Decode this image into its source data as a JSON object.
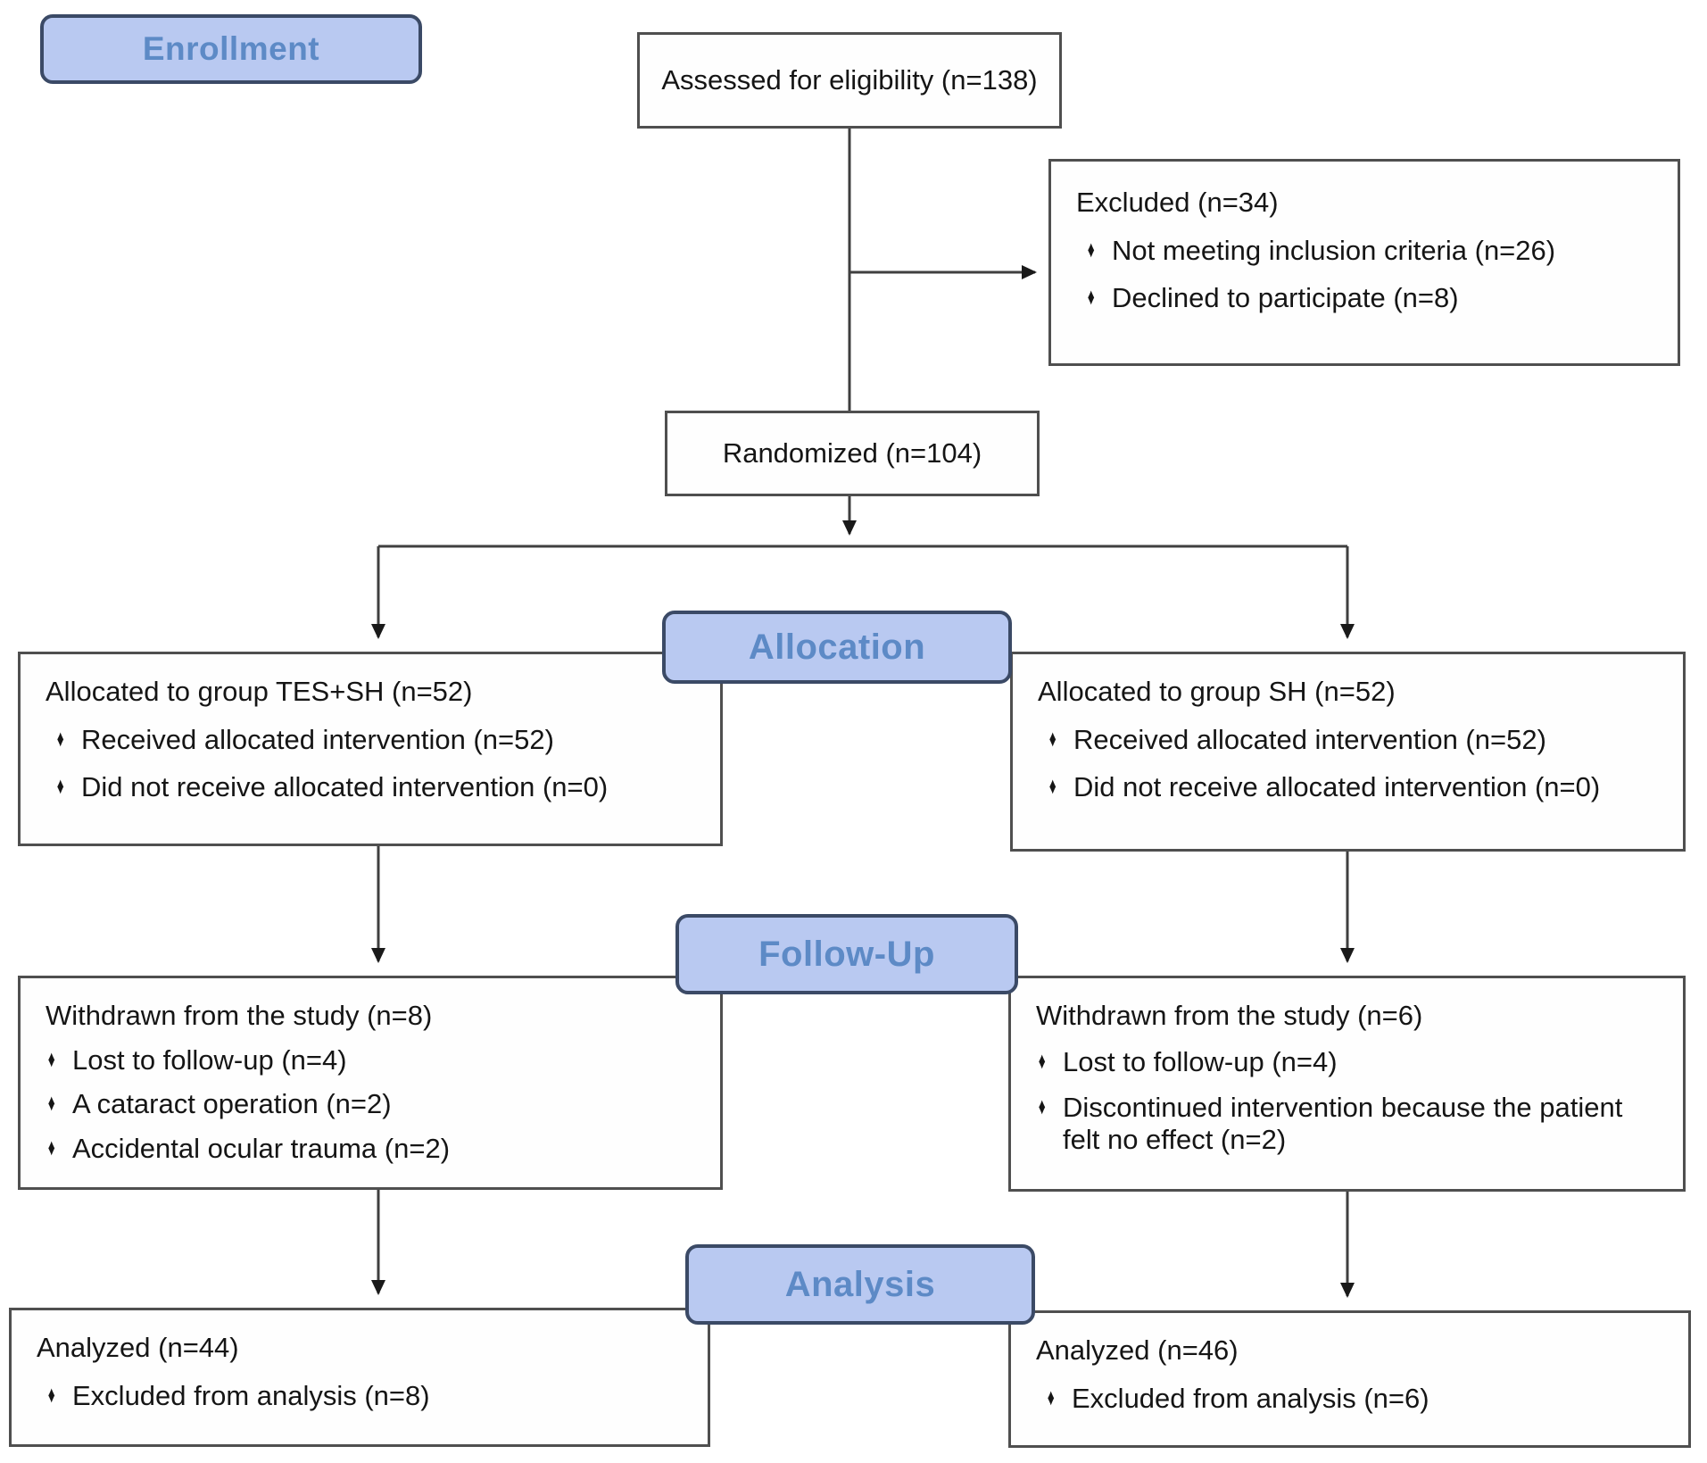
{
  "palette": {
    "background": "#ffffff",
    "stage_fill": "#b9c9f1",
    "stage_border": "#3b4a66",
    "stage_text": "#5d8ac6",
    "box_border": "#4f4f4f",
    "line_color": "#3f3f3f",
    "text_color": "#151515"
  },
  "bullet_glyph": "♦",
  "stages": {
    "enrollment": {
      "label": "Enrollment"
    },
    "allocation": {
      "label": "Allocation"
    },
    "followup": {
      "label": "Follow-Up"
    },
    "analysis": {
      "label": "Analysis"
    }
  },
  "boxes": {
    "assessed": {
      "title": "Assessed for eligibility (n=138)"
    },
    "excluded": {
      "title": "Excluded (n=34)",
      "bullets": [
        "Not meeting inclusion criteria (n=26)",
        "Declined to participate (n=8)"
      ]
    },
    "randomized": {
      "title": "Randomized (n=104)"
    },
    "alloc_left": {
      "title": "Allocated to group TES+SH (n=52)",
      "bullets": [
        "Received allocated intervention (n=52)",
        "Did not receive allocated intervention (n=0)"
      ]
    },
    "alloc_right": {
      "title": "Allocated to group SH (n=52)",
      "bullets": [
        "Received allocated intervention (n=52)",
        "Did not receive allocated intervention (n=0)"
      ]
    },
    "withdrawn_left": {
      "title": "Withdrawn from the study (n=8)",
      "bullets": [
        "Lost to follow-up (n=4)",
        "A cataract operation (n=2)",
        "Accidental ocular trauma (n=2)"
      ]
    },
    "withdrawn_right": {
      "title": "Withdrawn from the study (n=6)",
      "bullets": [
        "Lost to follow-up (n=4)",
        "Discontinued intervention because the patient felt no effect (n=2)"
      ]
    },
    "analyzed_left": {
      "title": "Analyzed (n=44)",
      "bullets": [
        "Excluded from analysis (n=8)"
      ]
    },
    "analyzed_right": {
      "title": "Analyzed (n=46)",
      "bullets": [
        "Excluded from analysis (n=6)"
      ]
    }
  }
}
